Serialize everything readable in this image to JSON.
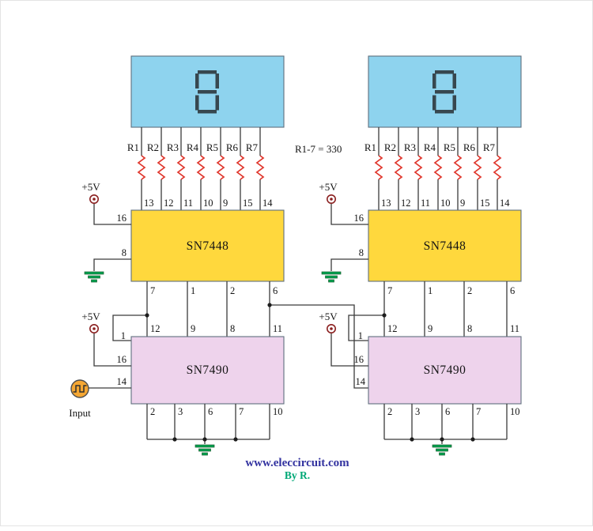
{
  "note": "R1-7 = 330",
  "footer": {
    "site": "www.eleccircuit.com",
    "byline": "By R."
  },
  "colors": {
    "display_fill": "#8ed3ee",
    "decoder_fill": "#ffd83d",
    "counter_fill": "#eed3ec",
    "segment": "#37474f",
    "resistor": "#e0362c",
    "wire": "#3b3b3b",
    "ground": "#00a550",
    "vcc": "#8b2020",
    "input_fill": "#f5a733",
    "footer_blue": "#3333a0",
    "footer_green": "#00a876"
  },
  "left": {
    "display": {
      "digit": "8"
    },
    "resistors": [
      "R1",
      "R2",
      "R3",
      "R4",
      "R5",
      "R6",
      "R7"
    ],
    "decoder": {
      "name": "SN7448",
      "top_pins": [
        "13",
        "12",
        "11",
        "10",
        "9",
        "15",
        "14"
      ],
      "bottom_pins": [
        "7",
        "1",
        "2",
        "6"
      ],
      "left_pins": {
        "vcc": "16",
        "gnd": "8"
      },
      "vcc": "+5V"
    },
    "counter": {
      "name": "SN7490",
      "top_pins": [
        "12",
        "9",
        "8",
        "11"
      ],
      "bottom_pins": [
        "2",
        "3",
        "6",
        "7",
        "10"
      ],
      "left_pins": {
        "ckb": "1",
        "vcc": "16",
        "clk": "14"
      },
      "vcc": "+5V"
    },
    "input_label": "Input"
  },
  "right": {
    "display": {
      "digit": "8"
    },
    "resistors": [
      "R1",
      "R2",
      "R3",
      "R4",
      "R5",
      "R6",
      "R7"
    ],
    "decoder": {
      "name": "SN7448",
      "top_pins": [
        "13",
        "12",
        "11",
        "10",
        "9",
        "15",
        "14"
      ],
      "bottom_pins": [
        "7",
        "1",
        "2",
        "6"
      ],
      "left_pins": {
        "vcc": "16",
        "gnd": "8"
      },
      "vcc": "+5V"
    },
    "counter": {
      "name": "SN7490",
      "top_pins": [
        "12",
        "9",
        "8",
        "11"
      ],
      "bottom_pins": [
        "2",
        "3",
        "6",
        "7",
        "10"
      ],
      "left_pins": {
        "ckb": "1",
        "vcc": "16",
        "clk": "14"
      },
      "vcc": "+5V"
    }
  }
}
